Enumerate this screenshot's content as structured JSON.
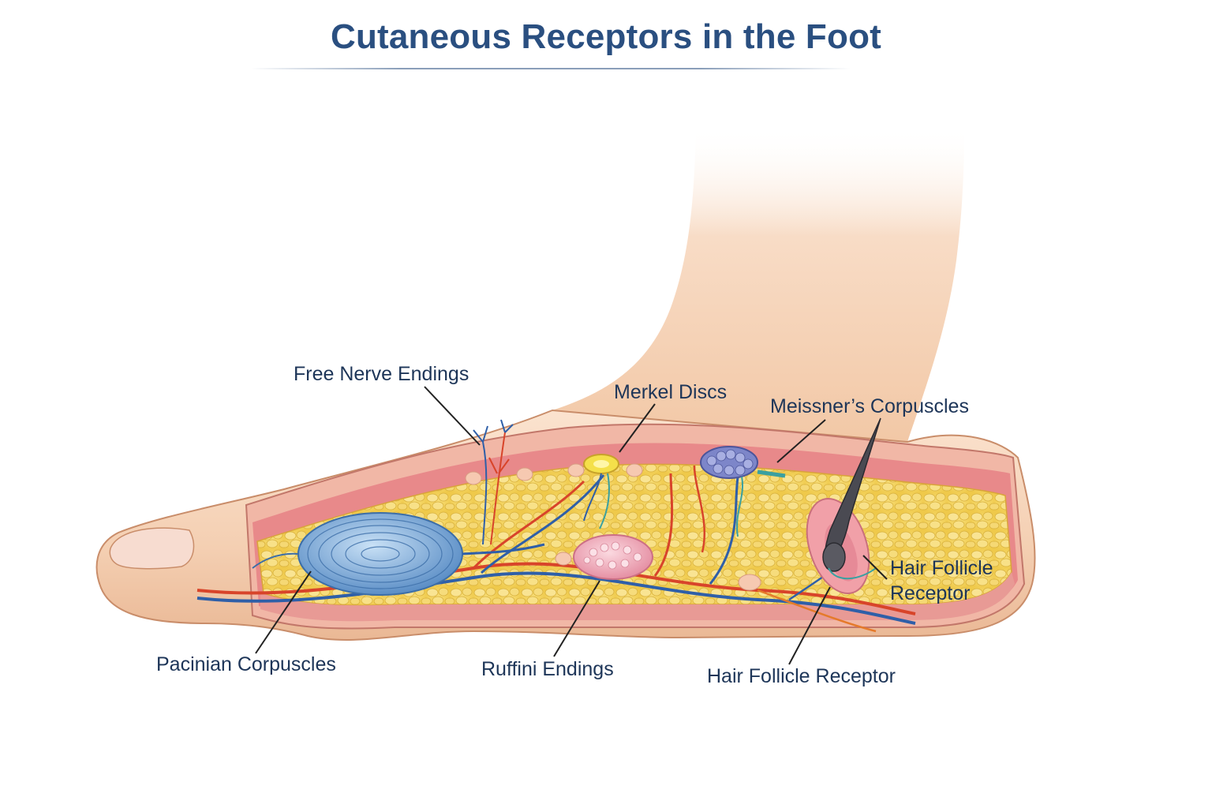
{
  "title": "Cutaneous Receptors in the Foot",
  "labels": {
    "free_nerve_endings": "Free Nerve Endings",
    "merkel_discs": "Merkel Discs",
    "meissners_corpuscles": "Meissner’s Corpuscles",
    "hair_follicle_receptor_right": "Hair Follicle Receptor",
    "pacinian_corpuscles": "Pacinian Corpuscles",
    "ruffini_endings": "Ruffini Endings",
    "hair_follicle_receptor_bottom": "Hair Follicle Receptor"
  },
  "colors": {
    "title": "#2a4f80",
    "label": "#1d3558",
    "skin": "#f2c8a6",
    "dermis": "#e8898a",
    "fat": "#f3d45e",
    "nerve_red": "#d8442a",
    "nerve_blue": "#2f5fa8",
    "pacinian": "#6fa4d8",
    "ruffini": "#f2a9b8",
    "meissner": "#7d86c9",
    "merkel": "#f4e04a"
  }
}
